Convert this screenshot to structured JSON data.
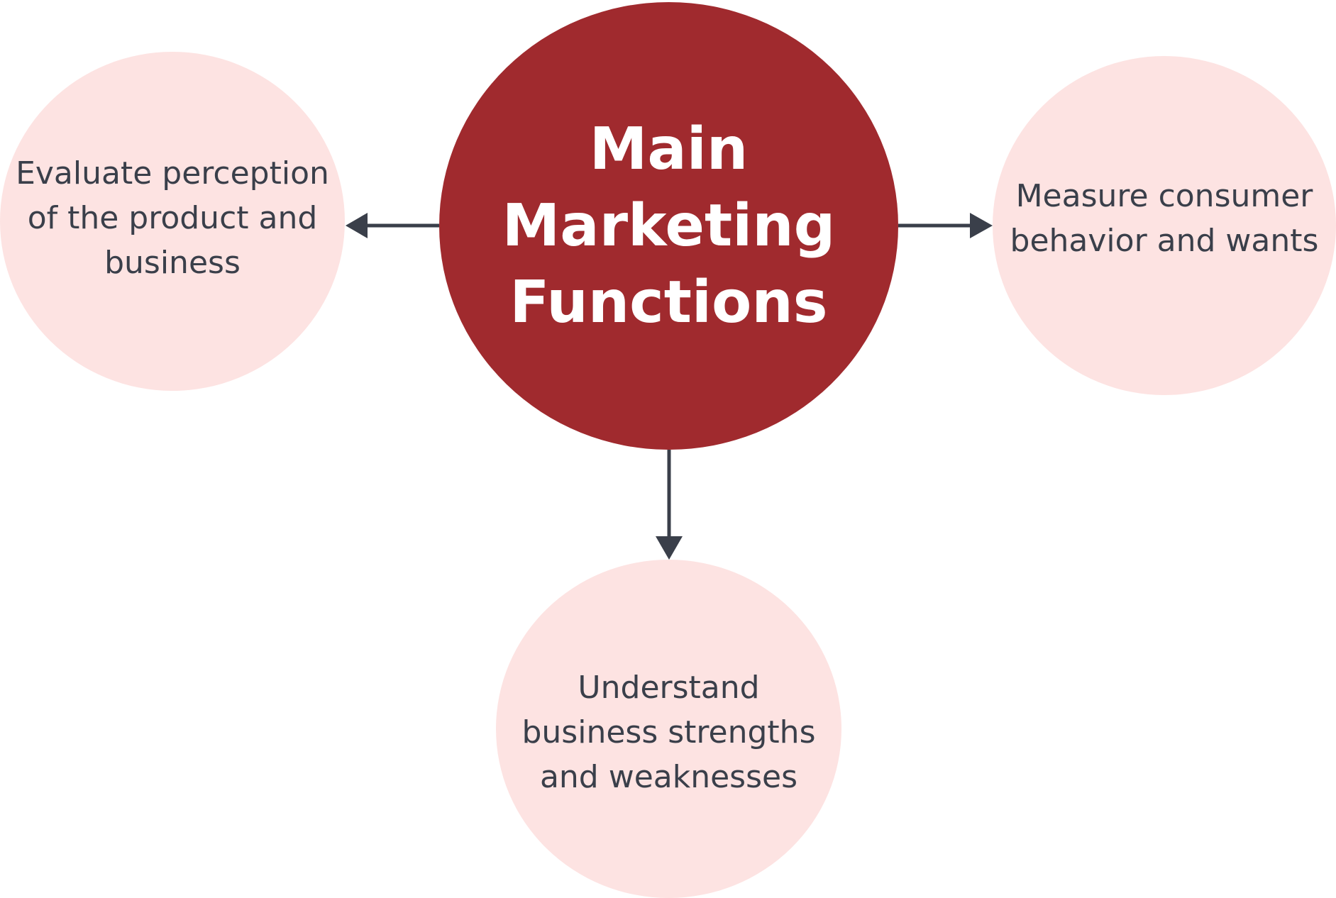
{
  "colors": {
    "center_fill": "#a02a2e",
    "satellite_fill": "#fde3e2",
    "connector": "#3a3f4a"
  },
  "center": {
    "label": "Main\nMarketing\nFunctions"
  },
  "nodes": {
    "left": "Evaluate perception\nof the product and\nbusiness",
    "right": "Measure consumer\nbehavior and wants",
    "bottom": "Understand\nbusiness strengths\nand weaknesses"
  }
}
